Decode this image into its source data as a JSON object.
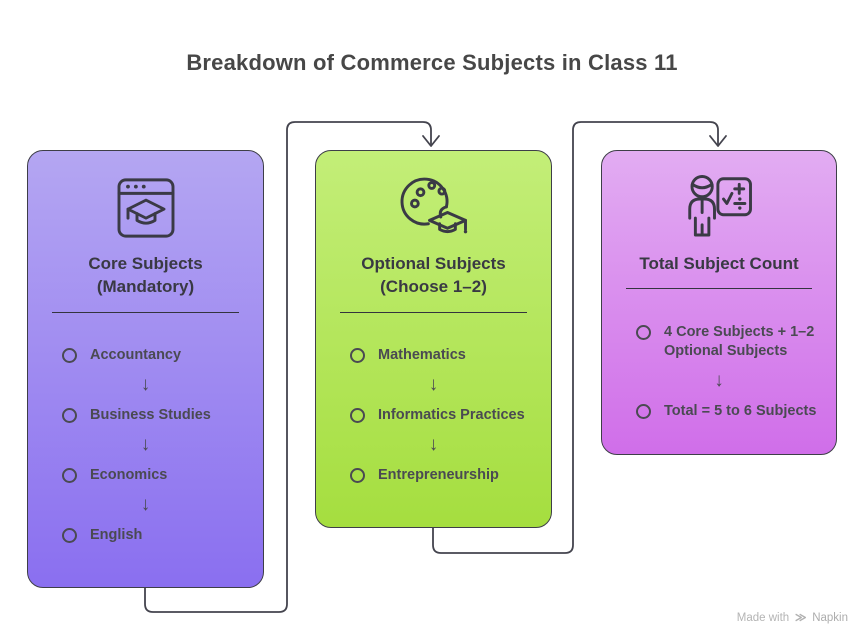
{
  "page": {
    "title": "Breakdown of Commerce Subjects in Class 11",
    "footer": {
      "made_with": "Made with",
      "brand": "Napkin"
    }
  },
  "icons": {
    "down_arrow": "↓"
  },
  "colors": {
    "title_text": "#474747",
    "card_border": "#3e3e48",
    "item_text": "#4a4a52",
    "connector": "#44444e",
    "purple_top": "#b4a6f2",
    "purple_bottom": "#8a6ff0",
    "green_top": "#c3ee78",
    "green_bottom": "#a5de3f",
    "pink_top": "#e2acf2",
    "pink_bottom": "#d06ee9",
    "footer_text": "#b4b4b4"
  },
  "cards": [
    {
      "id": "core-subjects",
      "icon": "browser-graduation-cap-icon",
      "title_line1": "Core Subjects",
      "title_line2": "(Mandatory)",
      "items": [
        "Accountancy",
        "Business Studies",
        "Economics",
        "English"
      ]
    },
    {
      "id": "optional-subjects",
      "icon": "palette-graduation-cap-icon",
      "title_line1": "Optional Subjects",
      "title_line2": "(Choose 1–2)",
      "items": [
        "Mathematics",
        "Informatics Practices",
        "Entrepreneurship"
      ]
    },
    {
      "id": "total-subject-count",
      "icon": "person-math-board-icon",
      "title_line1": "Total Subject Count",
      "items": [
        "4 Core Subjects + 1–2 Optional Subjects",
        "Total = 5 to 6 Subjects"
      ]
    }
  ]
}
